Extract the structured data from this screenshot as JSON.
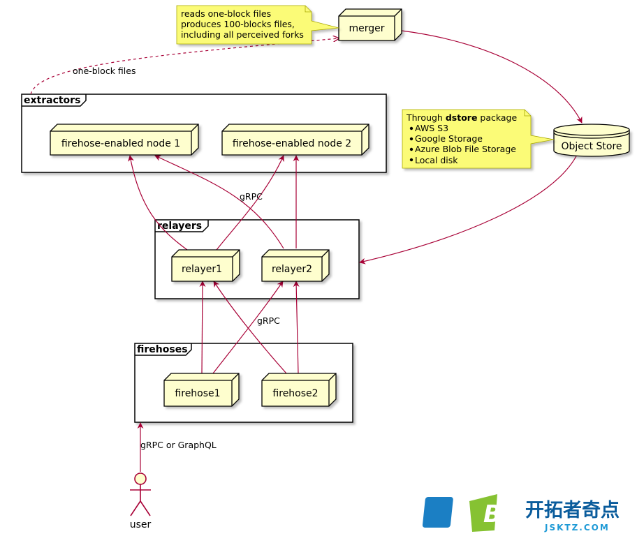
{
  "frames": {
    "extractors": "extractors",
    "relayers": "relayers",
    "firehoses": "firehoses"
  },
  "nodes": {
    "merger": "merger",
    "node1": "firehose-enabled node 1",
    "node2": "firehose-enabled node 2",
    "relayer1": "relayer1",
    "relayer2": "relayer2",
    "firehose1": "firehose1",
    "firehose2": "firehose2",
    "object_store": "Object Store",
    "user": "user"
  },
  "notes": {
    "merger_note": [
      "reads one-block files",
      "produces 100-blocks files,",
      "including all perceived forks"
    ],
    "store_note": {
      "prefix": "Through ",
      "bold": "dstore",
      "suffix": " package",
      "items": [
        "AWS S3",
        "Google Storage",
        "Azure Blob File Storage",
        "Local disk"
      ]
    }
  },
  "edge_labels": {
    "one_block": "one-block files",
    "grpc_top": "gRPC",
    "grpc_mid": "gRPC",
    "grpc_graphql": "gRPC or GraphQL"
  },
  "watermark": {
    "logo_letter": "B",
    "chinese": "开拓者奇点",
    "url": "JSKTZ.COM"
  },
  "colors": {
    "node_fill": "#fefece",
    "note_fill": "#fbfb77",
    "arrow": "#a80036",
    "border": "#000000"
  }
}
